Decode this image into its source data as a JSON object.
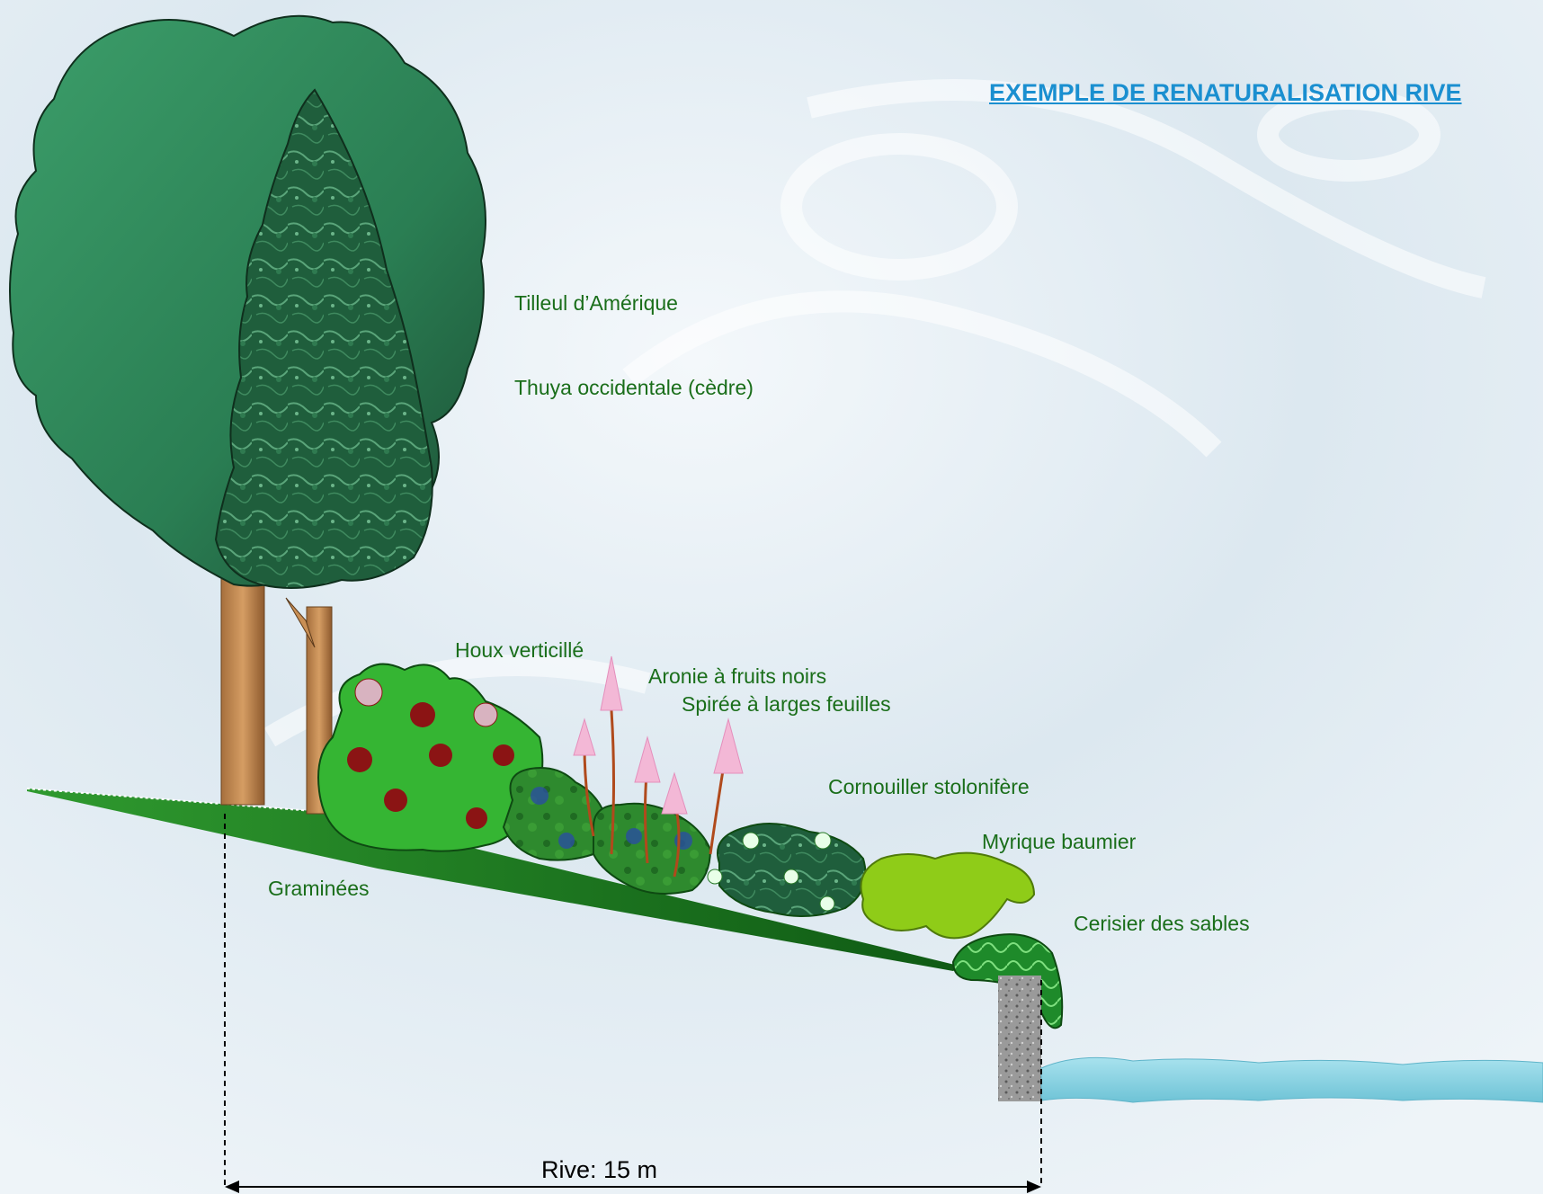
{
  "title": "EXEMPLE DE RENATURALISATION RIVE",
  "colors": {
    "label_green": "#1a6e1a",
    "title_blue": "#1a8fd0",
    "water": "#8fd3e2",
    "grass": "#1f8a1f"
  },
  "labels": {
    "tilleul": "Tilleul d’Amérique",
    "thuya": "Thuya occidentale (cèdre)",
    "houx": "Houx verticillé",
    "aronie": "Aronie à fruits noirs",
    "spiree": "Spirée à larges feuilles",
    "cornouiller": "Cornouiller stolonifère",
    "myrique": "Myrique baumier",
    "cerisier": "Cerisier des sables",
    "graminees": "Graminées"
  },
  "dimension": {
    "label": "Rive:  15 m"
  }
}
